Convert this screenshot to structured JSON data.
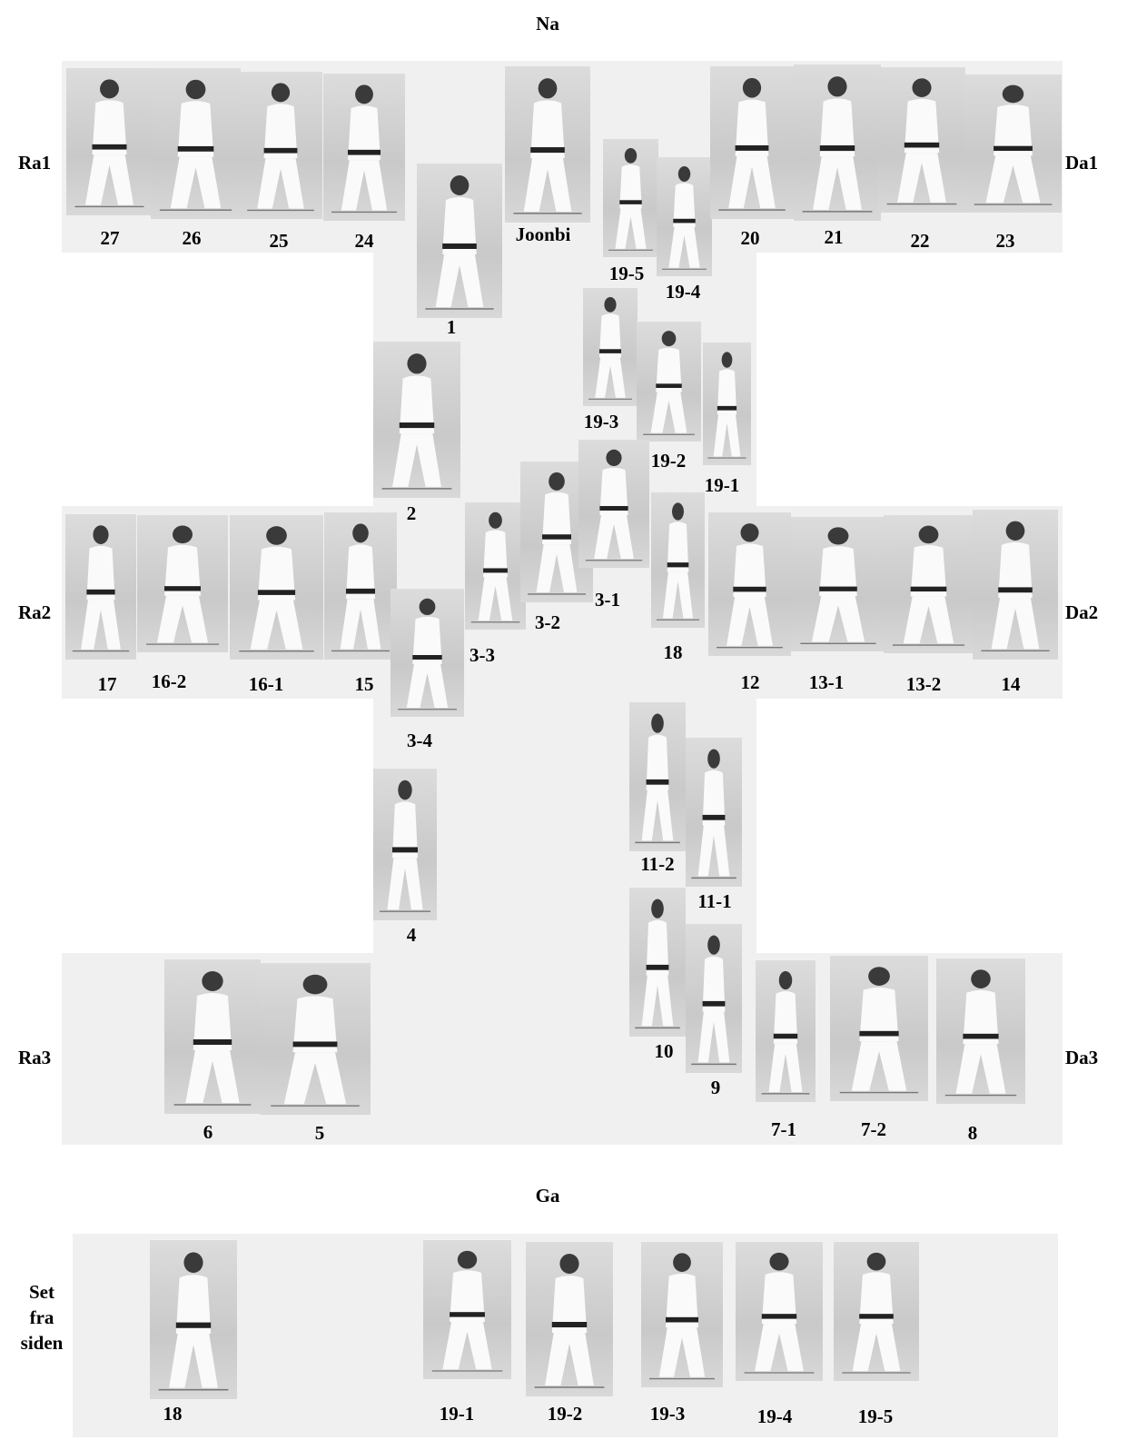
{
  "headings": {
    "top": "Na",
    "bottom": "Ga"
  },
  "side_labels": {
    "ra1": "Ra1",
    "da1": "Da1",
    "ra2": "Ra2",
    "da2": "Da2",
    "ra3": "Ra3",
    "da3": "Da3"
  },
  "side_view": {
    "line1": "Set",
    "line2": "fra",
    "line3": "siden"
  },
  "poses": {
    "p27": "27",
    "p26": "26",
    "p25": "25",
    "p24": "24",
    "p1": "1",
    "joonbi": "Joonbi",
    "p19_5": "19-5",
    "p19_4": "19-4",
    "p20": "20",
    "p21": "21",
    "p22": "22",
    "p23": "23",
    "p19_3": "19-3",
    "p19_2": "19-2",
    "p19_1": "19-1",
    "p2": "2",
    "p17": "17",
    "p16_2": "16-2",
    "p16_1": "16-1",
    "p15": "15",
    "p3_4": "3-4",
    "p3_3": "3-3",
    "p3_2": "3-2",
    "p3_1": "3-1",
    "p18": "18",
    "p12": "12",
    "p13_1": "13-1",
    "p13_2": "13-2",
    "p14": "14",
    "p4": "4",
    "p11_2": "11-2",
    "p11_1": "11-1",
    "p10": "10",
    "p9": "9",
    "p6": "6",
    "p5": "5",
    "p7_1": "7-1",
    "p7_2": "7-2",
    "p8": "8"
  },
  "side_poses": {
    "s18": "18",
    "s19_1": "19-1",
    "s19_2": "19-2",
    "s19_3": "19-3",
    "s19_4": "19-4",
    "s19_5": "19-5"
  }
}
